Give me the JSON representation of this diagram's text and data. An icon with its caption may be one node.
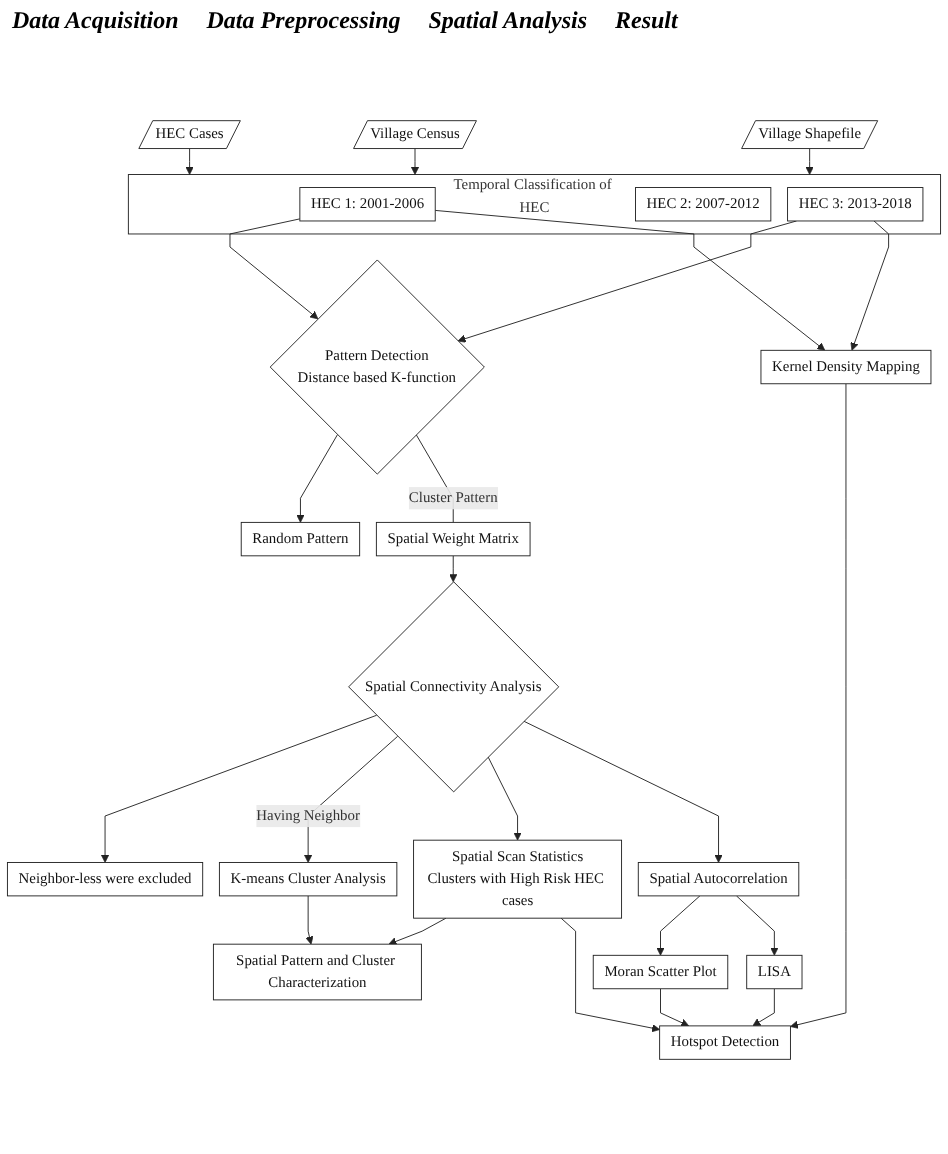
{
  "diagram": {
    "nodes": [
      {
        "text": [
          "HEC Cases"
        ]
      },
      {
        "text": [
          "Village Census"
        ]
      },
      {
        "text": [
          "Village Shapefile"
        ]
      },
      {
        "text": [
          "Temporal Classification of HEC"
        ]
      },
      {
        "text": [
          "HEC 1: 2001-2006"
        ],
        "in": 3
      },
      {
        "text": [
          "HEC 2: 2007-2012"
        ],
        "in": 3
      },
      {
        "text": [
          "HEC 3: 2013-2018"
        ],
        "in": 3
      },
      {
        "text": [
          "Pattern Detection",
          "Distance based K-function"
        ]
      },
      {
        "text": [
          "Random Pattern"
        ]
      },
      {
        "text": [
          "Spatial Weight Matrix"
        ]
      },
      {
        "text": [
          "Spatial Connectivity Analysis"
        ]
      },
      {
        "text": [
          "Neighbor-less were excluded"
        ]
      },
      {
        "text": [
          "K-means Cluster Analysis"
        ]
      },
      {
        "text": [
          "Spatial Scan Statistics",
          "Clusters with High Risk HEC cases"
        ]
      },
      {
        "text": [
          "Spatial Autocorrelation"
        ]
      },
      {
        "text": [
          "Moran Scatter Plot"
        ]
      },
      {
        "text": [
          "LISA"
        ]
      },
      {
        "text": [
          "Kernel Density Mapping"
        ]
      },
      {
        "text": [
          "Spatial Pattern and Cluster Characterization"
        ]
      },
      {
        "text": [
          "Hotspot Detection"
        ]
      }
    ],
    "edges": [
      {
        "from": 0,
        "to": 3,
        "arrow": "to"
      },
      {
        "from": 1,
        "to": 3,
        "arrow": "to"
      },
      {
        "from": 2,
        "to": 3,
        "arrow": "to"
      },
      {
        "from": 4,
        "to": 7,
        "arrow": "to"
      },
      {
        "from": 6,
        "to": 7,
        "arrow": "to"
      },
      {
        "from": 4,
        "to": 17,
        "arrow": "to"
      },
      {
        "from": 6,
        "to": 17,
        "arrow": "to"
      },
      {
        "from": 7,
        "to": 8,
        "arrow": "to"
      },
      {
        "from": 7,
        "to": 9,
        "arrow": "none",
        "label": "Cluster Pattern"
      },
      {
        "from": 9,
        "to": 10,
        "arrow": "to"
      },
      {
        "from": 10,
        "to": 11,
        "arrow": "to"
      },
      {
        "from": 10,
        "to": 12,
        "arrow": "to",
        "label": "Having Neighbor"
      },
      {
        "from": 10,
        "to": 13,
        "arrow": "to"
      },
      {
        "from": 10,
        "to": 14,
        "arrow": "to"
      },
      {
        "from": 14,
        "to": 15,
        "arrow": "to"
      },
      {
        "from": 14,
        "to": 16,
        "arrow": "to"
      },
      {
        "from": 12,
        "to": 18,
        "arrow": "to"
      },
      {
        "from": 13,
        "to": 18,
        "arrow": "to"
      },
      {
        "from": 13,
        "to": 19,
        "arrow": "to"
      },
      {
        "from": 15,
        "to": 19,
        "arrow": "to"
      },
      {
        "from": 16,
        "to": 19,
        "arrow": "to"
      },
      {
        "from": 17,
        "to": 19,
        "arrow": "to"
      }
    ],
    "labels": [
      "Data Acquisition",
      "Data Preprocessing",
      "Spatial Analysis",
      "Result"
    ]
  }
}
